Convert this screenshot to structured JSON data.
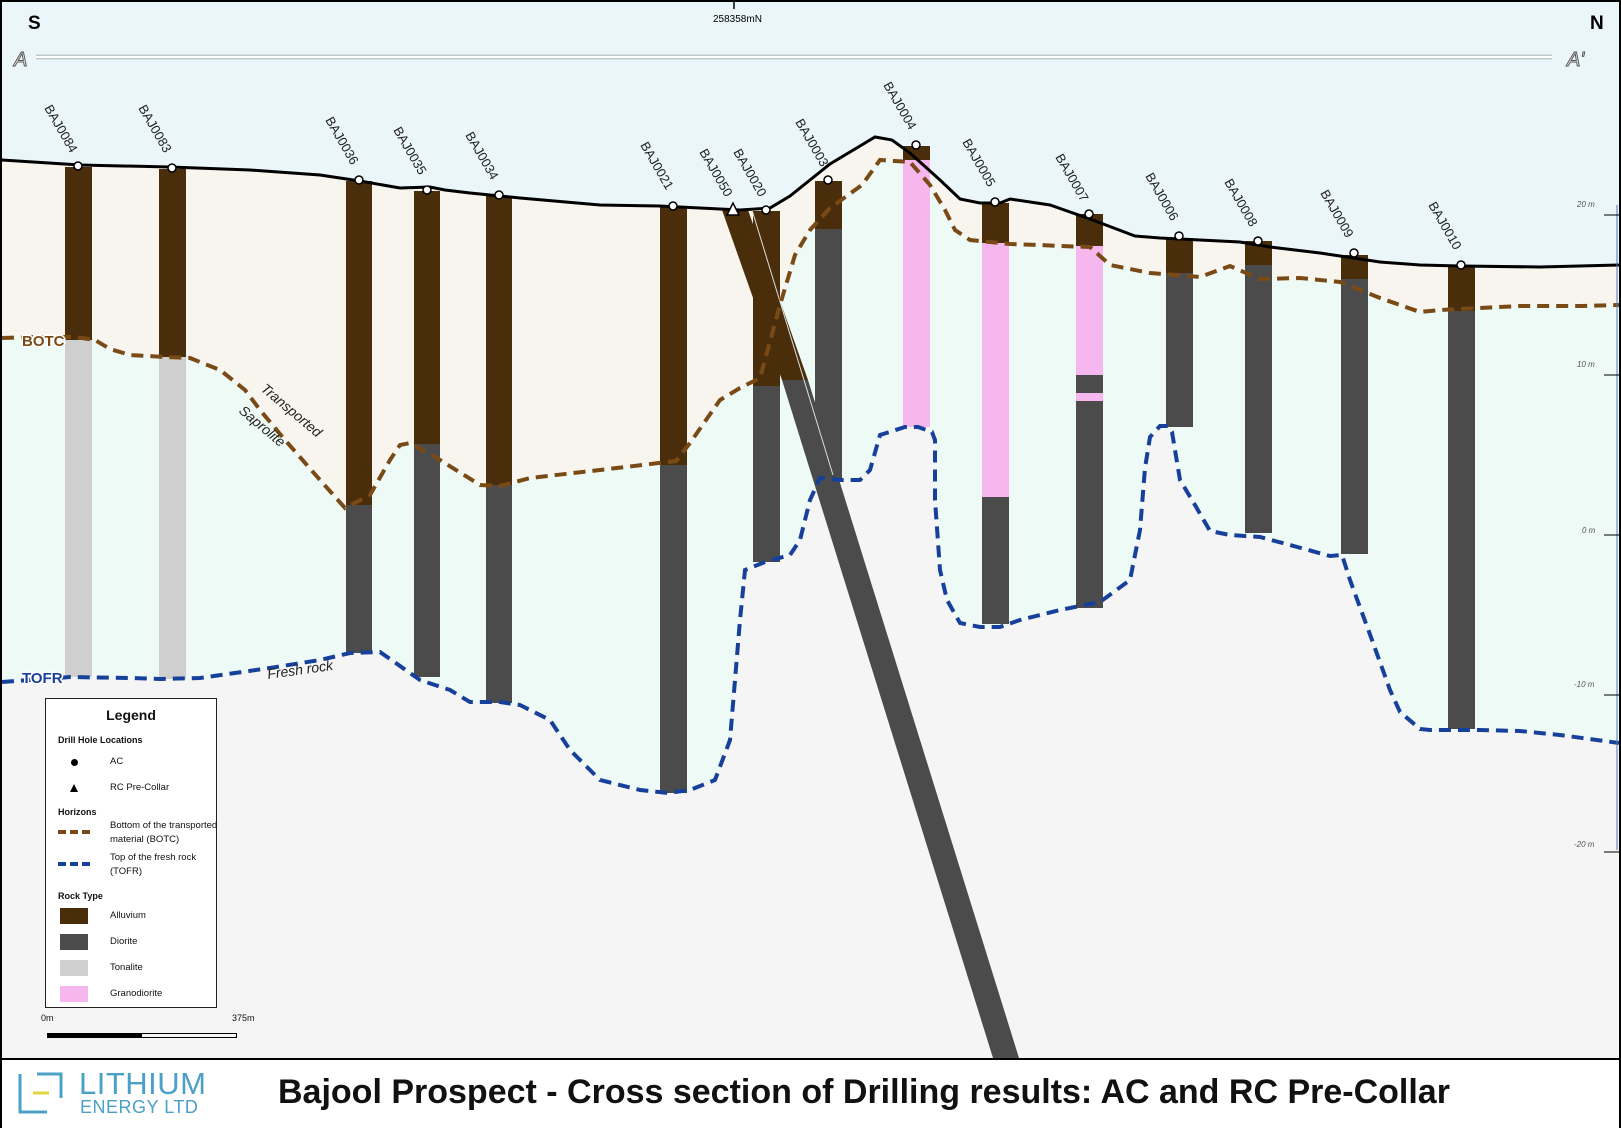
{
  "header": {
    "south_label": "S",
    "north_label": "N",
    "northing": "258358mN",
    "section_start": "A",
    "section_end": "A'"
  },
  "horizon_labels": {
    "botc": "BOTC",
    "tofr": "TOFR",
    "transported": "Transported",
    "saprolite": "Saprolite",
    "fresh_rock": "Fresh rock"
  },
  "elevation_ticks": [
    "20 m",
    "10 m",
    "0 m",
    "-10 m",
    "-20 m"
  ],
  "drill_holes": [
    {
      "id": "BAJ0084",
      "type": "AC",
      "rock": "Alluvium / Tonalite"
    },
    {
      "id": "BAJ0083",
      "type": "AC",
      "rock": "Alluvium / Tonalite"
    },
    {
      "id": "BAJ0036",
      "type": "AC",
      "rock": "Alluvium / Diorite"
    },
    {
      "id": "BAJ0035",
      "type": "AC",
      "rock": "Alluvium / Diorite"
    },
    {
      "id": "BAJ0034",
      "type": "AC",
      "rock": "Alluvium / Diorite"
    },
    {
      "id": "BAJ0021",
      "type": "AC",
      "rock": "Alluvium / Diorite"
    },
    {
      "id": "BAJ0050",
      "type": "RC Pre-Collar",
      "rock": "Alluvium / Diorite"
    },
    {
      "id": "BAJ0020",
      "type": "AC",
      "rock": "Alluvium / Diorite"
    },
    {
      "id": "BAJ0003",
      "type": "AC",
      "rock": "Alluvium / Diorite"
    },
    {
      "id": "BAJ0004",
      "type": "AC",
      "rock": "Alluvium / Granodiorite"
    },
    {
      "id": "BAJ0005",
      "type": "AC",
      "rock": "Alluvium / Granodiorite / Diorite"
    },
    {
      "id": "BAJ0007",
      "type": "AC",
      "rock": "Alluvium / Granodiorite / Diorite"
    },
    {
      "id": "BAJ0006",
      "type": "AC",
      "rock": "Alluvium / Diorite"
    },
    {
      "id": "BAJ0008",
      "type": "AC",
      "rock": "Alluvium / Diorite"
    },
    {
      "id": "BAJ0009",
      "type": "AC",
      "rock": "Alluvium / Diorite"
    },
    {
      "id": "BAJ0010",
      "type": "AC",
      "rock": "Alluvium / Diorite"
    }
  ],
  "legend": {
    "title": "Legend",
    "section_locations": "Drill Hole Locations",
    "ac": "AC",
    "rc": "RC Pre-Collar",
    "section_horizons": "Horizons",
    "botc": "Bottom of the transported material (BOTC)",
    "tofr": "Top of the fresh rock (TOFR)",
    "section_rock": "Rock Type",
    "alluvium": "Alluvium",
    "diorite": "Diorite",
    "tonalite": "Tonalite",
    "granodiorite": "Granodiorite"
  },
  "scale": {
    "start": "0m",
    "end": "375m"
  },
  "footer": {
    "logo_line1": "LITHIUM",
    "logo_line2": "ENERGY LTD",
    "title": "Bajool Prospect - Cross section of Drilling results: AC and RC Pre-Collar"
  },
  "colors": {
    "sky": "#eaf6fa",
    "transported": "#f8f5ef",
    "saprolite": "#eefaf6",
    "fresh": "#f5f5f5",
    "alluvium": "#4a2e0b",
    "diorite": "#4b4b4b",
    "tonalite": "#cfcfcf",
    "granodiorite": "#f6b6ee",
    "botc_line": "#7a4a16",
    "tofr_line": "#17409a",
    "logo": "#4aa0c6"
  }
}
